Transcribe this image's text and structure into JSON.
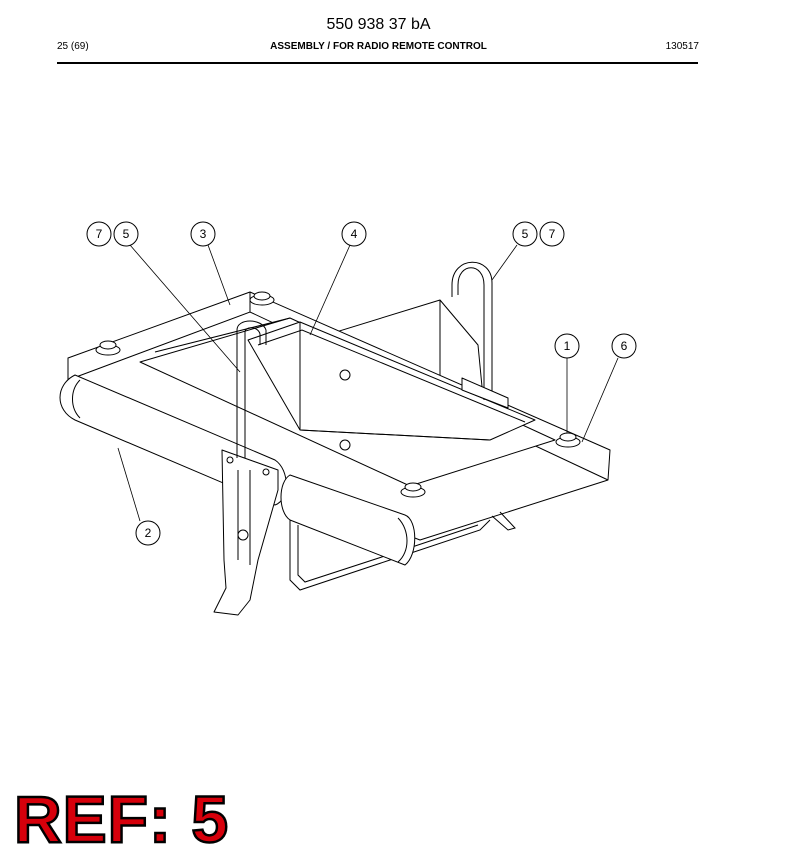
{
  "header": {
    "document_number": "550 938 37 bA",
    "page_number": "25 (69)",
    "title": "ASSEMBLY / FOR RADIO REMOTE CONTROL",
    "date_code": "130517"
  },
  "callouts": {
    "c7a": "7",
    "c5a": "5",
    "c3": "3",
    "c4": "4",
    "c5b": "5",
    "c7b": "7",
    "c1": "1",
    "c6": "6",
    "c2": "2"
  },
  "reference": {
    "label": "REF: 5"
  }
}
